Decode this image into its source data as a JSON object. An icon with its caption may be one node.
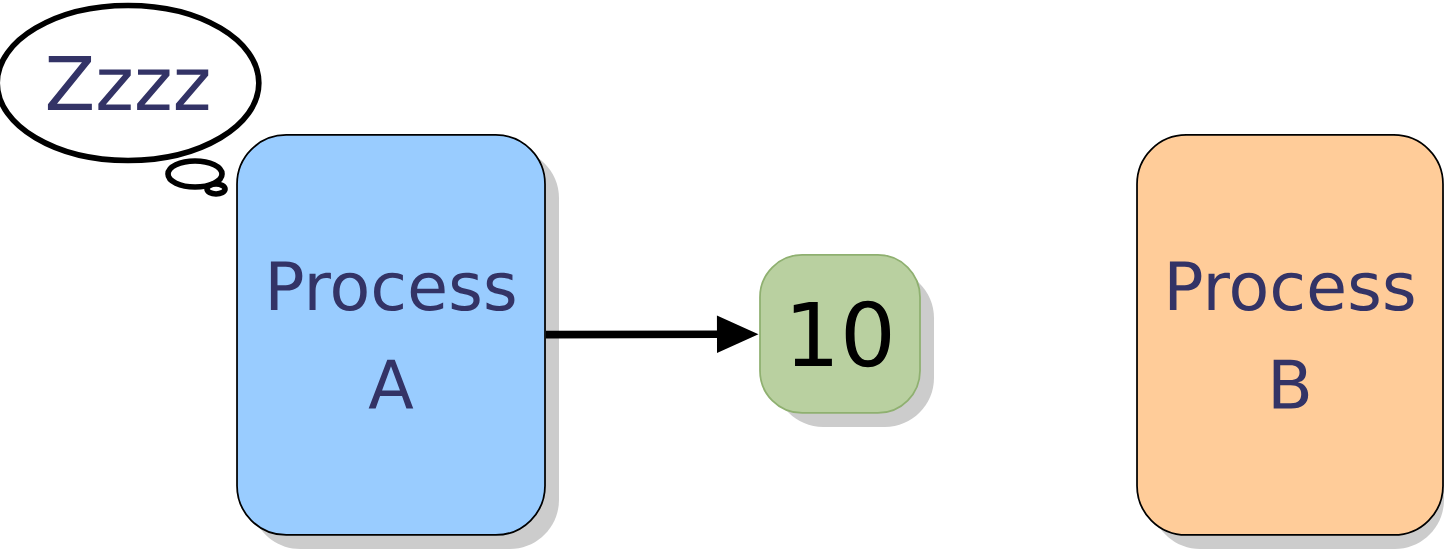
{
  "diagram": {
    "nodes": [
      {
        "text": [
          "Zzzz"
        ]
      },
      {
        "text": [
          "Process A"
        ]
      },
      {
        "text": [
          "10"
        ]
      },
      {
        "text": [
          "Process B"
        ]
      }
    ],
    "edges": [
      {
        "from": 1,
        "to": 2,
        "arrow": "to"
      }
    ]
  }
}
